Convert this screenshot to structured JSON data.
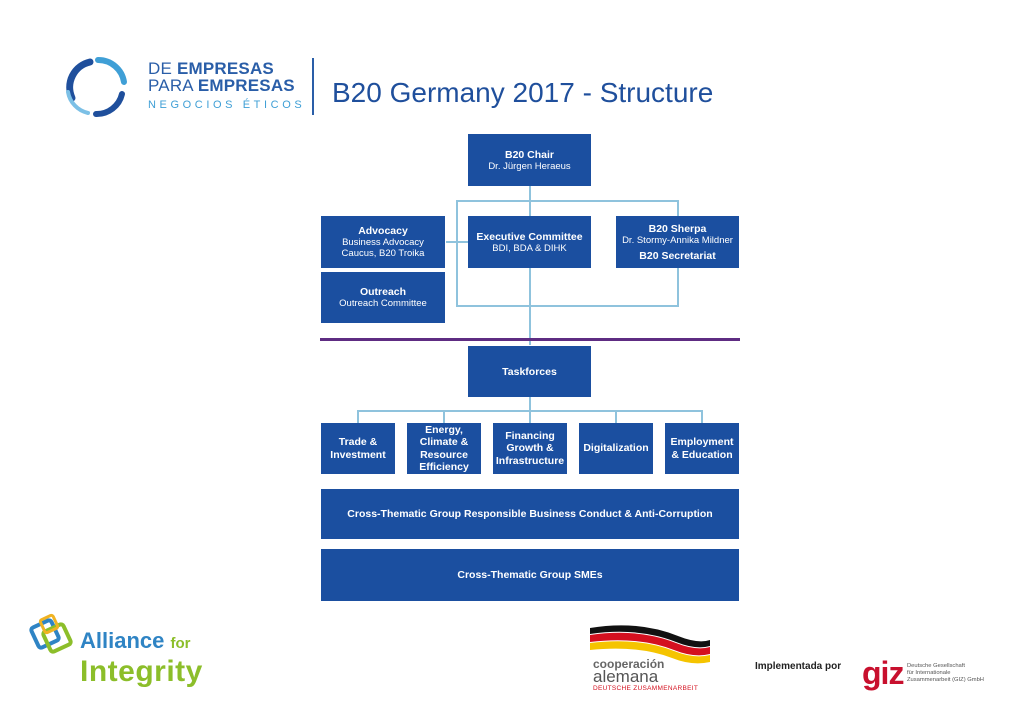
{
  "header": {
    "logo_line1_normal": "DE ",
    "logo_line1_bold": "EMPRESAS",
    "logo_line2_normal": "PARA ",
    "logo_line2_bold": "EMPRESAS",
    "logo_line3": "NEGOCIOS ÉTICOS",
    "title": "B20 Germany 2017 - Structure"
  },
  "org_chart": {
    "chair": {
      "title": "B20 Chair",
      "subtitle": "Dr. Jürgen Heraeus"
    },
    "advocacy": {
      "title": "Advocacy",
      "subtitle": "Business Advocacy Caucus, B20 Troika"
    },
    "executive": {
      "title": "Executive Committee",
      "subtitle": "BDI, BDA & DIHK"
    },
    "sherpa": {
      "title": "B20 Sherpa",
      "subtitle": "Dr. Stormy-Annika Mildner",
      "secretariat": "B20 Secretariat"
    },
    "outreach": {
      "title": "Outreach",
      "subtitle": "Outreach Committee"
    },
    "taskforces": "Taskforces",
    "taskforce_items": [
      "Trade &\nInvestment",
      "Energy,\nClimate &\nResource\nEfficiency",
      "Financing\nGrowth &\nInfrastructure",
      "Digitalization",
      "Employment\n& Education"
    ],
    "cross_group_1": "Cross-Thematic Group Responsible Business Conduct & Anti-Corruption",
    "cross_group_2": "Cross-Thematic Group SMEs"
  },
  "footer": {
    "alliance_line1": "Alliance",
    "alliance_for": "for",
    "alliance_line2": "Integrity",
    "coop_line1": "cooperación",
    "coop_line2": "alemana",
    "coop_line3": "DEUTSCHE ZUSAMMENARBEIT",
    "implemented_by": "Implementada por",
    "giz_logo": "giz",
    "giz_text": "Deutsche Gesellschaft\nfür Internationale\nZusammenarbeit (GIZ) GmbH"
  },
  "colors": {
    "box_fill": "#1b4fa0",
    "connector": "#8fc3dd",
    "divider": "#5e2c82",
    "title": "#1f4f9c"
  }
}
